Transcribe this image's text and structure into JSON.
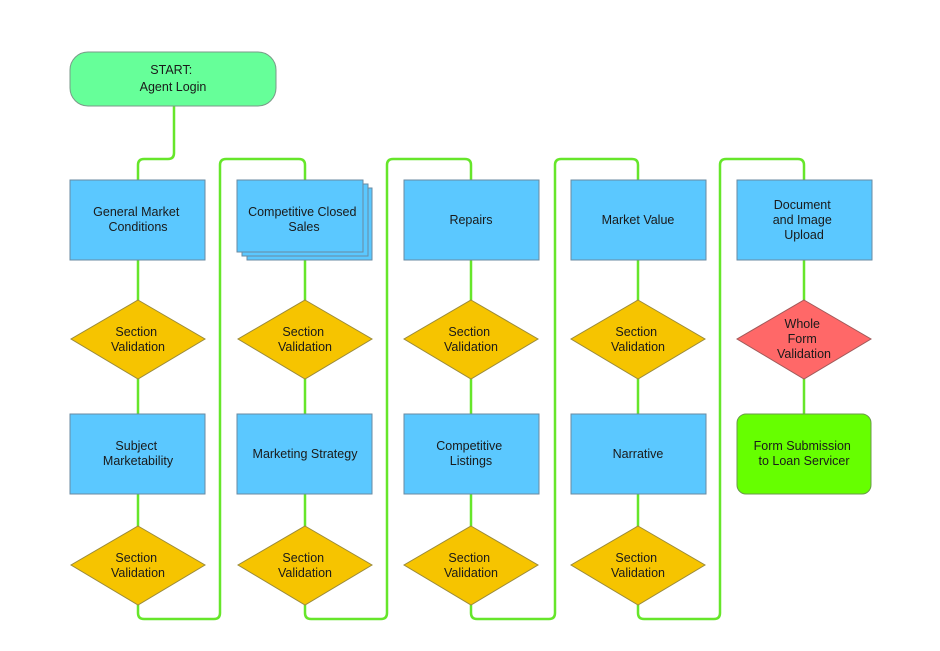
{
  "start": {
    "lines": [
      "START:",
      "Agent Login"
    ],
    "color": "#66ff99"
  },
  "colors": {
    "process": "#5bc8ff",
    "validation": "#f6c400",
    "whole_form": "#ff6868",
    "final": "#66ff00",
    "connector": "#66e62a"
  },
  "columns": [
    {
      "step1": {
        "lines": [
          "General Market",
          "Conditions"
        ]
      },
      "val1": {
        "lines": [
          "Section",
          "Validation"
        ]
      },
      "step2": {
        "lines": [
          "Subject",
          "Marketability"
        ]
      },
      "val2": {
        "lines": [
          "Section",
          "Validation"
        ]
      }
    },
    {
      "step1": {
        "lines": [
          "Competitive Closed",
          "Sales"
        ],
        "multi": true
      },
      "val1": {
        "lines": [
          "Section",
          "Validation"
        ]
      },
      "step2": {
        "lines": [
          "Marketing Strategy"
        ]
      },
      "val2": {
        "lines": [
          "Section",
          "Validation"
        ]
      }
    },
    {
      "step1": {
        "lines": [
          "Repairs"
        ]
      },
      "val1": {
        "lines": [
          "Section",
          "Validation"
        ]
      },
      "step2": {
        "lines": [
          "Competitive",
          "Listings"
        ]
      },
      "val2": {
        "lines": [
          "Section",
          "Validation"
        ]
      }
    },
    {
      "step1": {
        "lines": [
          "Market Value"
        ]
      },
      "val1": {
        "lines": [
          "Section",
          "Validation"
        ]
      },
      "step2": {
        "lines": [
          "Narrative"
        ]
      },
      "val2": {
        "lines": [
          "Section",
          "Validation"
        ]
      }
    },
    {
      "step1": {
        "lines": [
          "Document",
          "and Image",
          "Upload"
        ]
      },
      "val1": {
        "lines": [
          "Whole",
          "Form",
          "Validation"
        ],
        "variant": "red"
      },
      "step2": {
        "lines": [
          "Form Submission",
          "to Loan Servicer"
        ],
        "variant": "final"
      }
    }
  ]
}
